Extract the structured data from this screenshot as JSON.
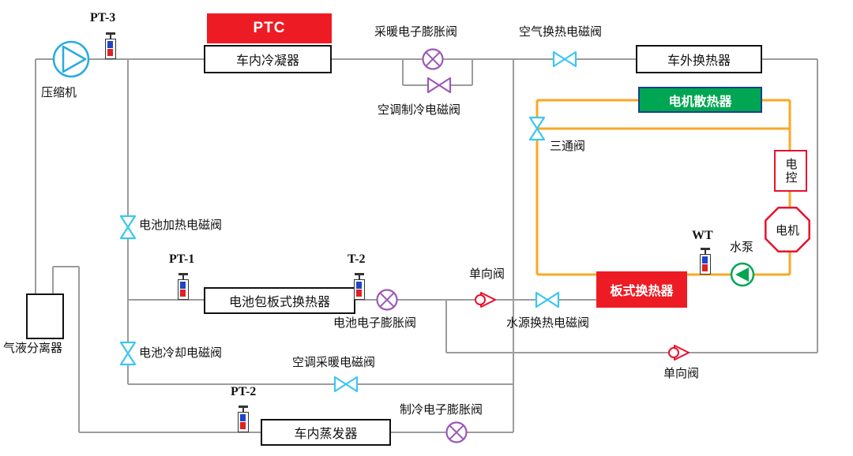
{
  "colors": {
    "refrigerant_line_gray": "#9C9C9C",
    "coolant_line_orange": "#F9A825",
    "solenoid_valve_cyan": "#3EC6F0",
    "exv_purple": "#9B59B6",
    "accent_red": "#ED1C24",
    "outline_red": "#E8112D",
    "pump_green": "#00A651",
    "compressor_blue": "#29ABE2",
    "radiator_border_blue": "#16418C",
    "sensor_blue": "#1F45C8",
    "sensor_red": "#DD2222"
  },
  "labels": {
    "compressor": "压缩机",
    "pt3": "PT-3",
    "ptc": "PTC",
    "indoor_condenser": "车内冷凝器",
    "heating_exv": "采暖电子膨胀阀",
    "ac_cooling_solenoid": "空调制冷电磁阀",
    "air_hx_solenoid": "空气换热电磁阀",
    "outdoor_hx": "车外换热器",
    "motor_radiator": "电机散热器",
    "three_way_valve": "三通阀",
    "e_control": "电控",
    "motor": "电机",
    "water_pump": "水泵",
    "wt": "WT",
    "plate_hx": "板式换热器",
    "check_valve_mid": "单向阀",
    "check_valve_bottom": "单向阀",
    "water_source_solenoid": "水源换热电磁阀",
    "battery_heat_solenoid": "电池加热电磁阀",
    "pt1": "PT-1",
    "t2": "T-2",
    "battery_plate_hx": "电池包板式换热器",
    "battery_exv": "电池电子膨胀阀",
    "separator": "气液分离器",
    "battery_cool_solenoid": "电池冷却电磁阀",
    "ac_heating_solenoid": "空调采暖电磁阀",
    "pt2": "PT-2",
    "indoor_evaporator": "车内蒸发器",
    "cooling_exv": "制冷电子膨胀阀"
  }
}
